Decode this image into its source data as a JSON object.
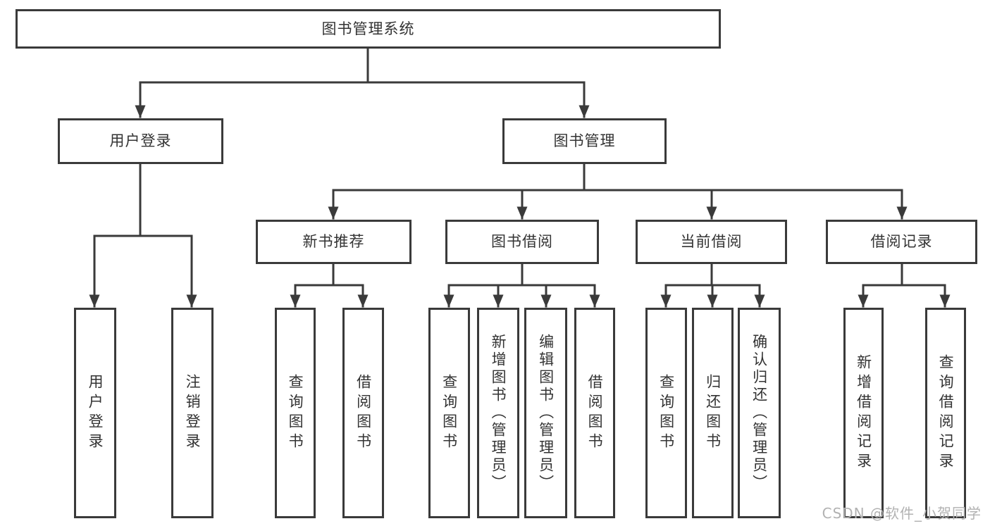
{
  "colors": {
    "line": "#3a3a3a",
    "text": "#333333",
    "background": "#ffffff",
    "watermark": "#b2b2b2"
  },
  "watermark": "CSDN @软件_小贺同学",
  "tree": {
    "label": "图书管理系统",
    "children": [
      {
        "label": "用户登录",
        "children": [
          {
            "label": "用户登录"
          },
          {
            "label": "注销登录"
          }
        ]
      },
      {
        "label": "图书管理",
        "children": [
          {
            "label": "新书推荐",
            "children": [
              {
                "label": "查询图书"
              },
              {
                "label": "借阅图书"
              }
            ]
          },
          {
            "label": "图书借阅",
            "children": [
              {
                "label": "查询图书"
              },
              {
                "label": "新增图书（管理员）"
              },
              {
                "label": "编辑图书（管理员）"
              },
              {
                "label": "借阅图书"
              }
            ]
          },
          {
            "label": "当前借阅",
            "children": [
              {
                "label": "查询图书"
              },
              {
                "label": "归还图书"
              },
              {
                "label": "确认归还（管理员）"
              }
            ]
          },
          {
            "label": "借阅记录",
            "children": [
              {
                "label": "新增借阅记录"
              },
              {
                "label": "查询借阅记录"
              }
            ]
          }
        ]
      }
    ]
  }
}
